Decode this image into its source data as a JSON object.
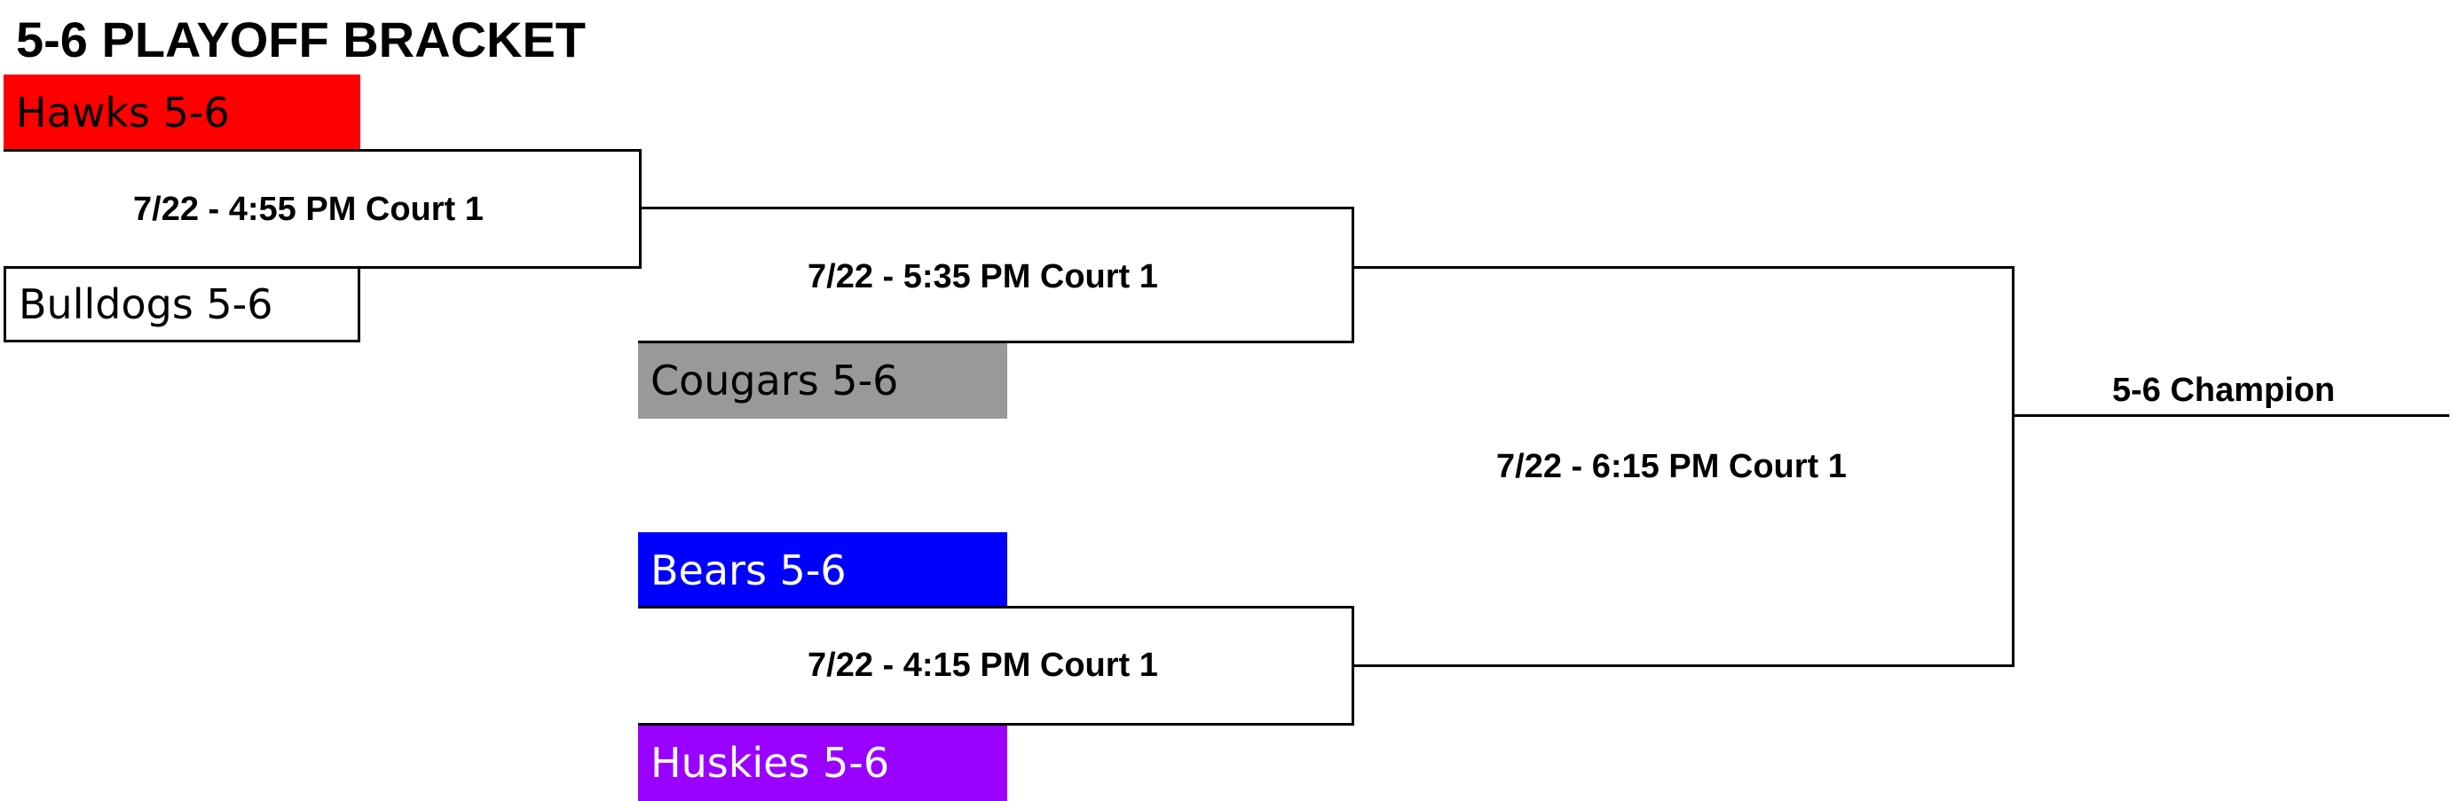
{
  "title": "5-6 PLAYOFF BRACKET",
  "teams": [
    {
      "name": "Hawks 5-6",
      "bg": "#ff0000",
      "fg": "#000000"
    },
    {
      "name": "Bulldogs 5-6",
      "bg": "#ffffff",
      "fg": "#000000"
    },
    {
      "name": "Cougars 5-6",
      "bg": "#999999",
      "fg": "#000000"
    },
    {
      "name": "Bears 5-6",
      "bg": "#0000ff",
      "fg": "#ffffff"
    },
    {
      "name": "Huskies 5-6",
      "bg": "#9900ff",
      "fg": "#ffffff"
    }
  ],
  "games": [
    {
      "label": "7/22 - 4:55 PM Court 1"
    },
    {
      "label": "7/22 - 5:35 PM Court 1"
    },
    {
      "label": "7/22 - 4:15 PM Court 1"
    },
    {
      "label": "7/22 - 6:15 PM Court 1"
    }
  ],
  "champion": {
    "label": "5-6 Champion"
  }
}
